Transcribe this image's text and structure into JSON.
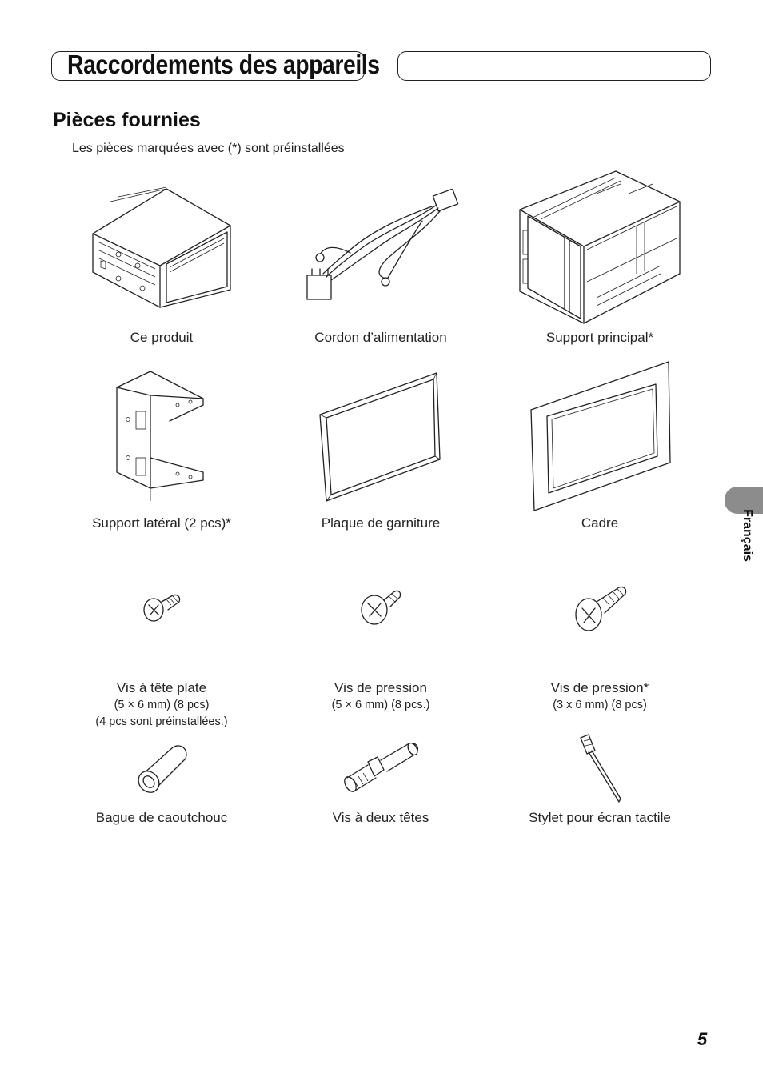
{
  "header": {
    "title": "Raccordements des appareils"
  },
  "section": {
    "title": "Pièces fournies",
    "note": "Les pièces marquées avec (*) sont préinstallées"
  },
  "items": [
    {
      "label": "Ce produit",
      "icon": "head-unit-icon"
    },
    {
      "label": "Cordon d’alimentation",
      "icon": "wiring-harness-icon"
    },
    {
      "label": "Support principal*",
      "icon": "mounting-sleeve-icon"
    },
    {
      "label": "Support latéral (2 pcs)*",
      "icon": "side-bracket-icon"
    },
    {
      "label": "Plaque de garniture",
      "icon": "trim-plate-icon"
    },
    {
      "label": "Cadre",
      "icon": "frame-icon"
    },
    {
      "label": "Vis à tête plate",
      "sub1": "(5 × 6 mm) (8 pcs)",
      "sub2": "(4 pcs sont préinstallées.)",
      "icon": "flat-head-screw-icon"
    },
    {
      "label": "Vis de pression",
      "sub1": "(5 × 6 mm) (8 pcs.)",
      "icon": "pressure-screw-icon"
    },
    {
      "label": "Vis de pression*",
      "sub1": "(3 x 6 mm) (8 pcs)",
      "icon": "pressure-screw-small-icon"
    },
    {
      "label": "Bague de caoutchouc",
      "icon": "rubber-bush-icon"
    },
    {
      "label": "Vis à deux têtes",
      "icon": "double-head-bolt-icon"
    },
    {
      "label": "Stylet pour écran tactile",
      "icon": "stylus-icon"
    }
  ],
  "side_tab": {
    "label": "Français"
  },
  "page_number": "5"
}
